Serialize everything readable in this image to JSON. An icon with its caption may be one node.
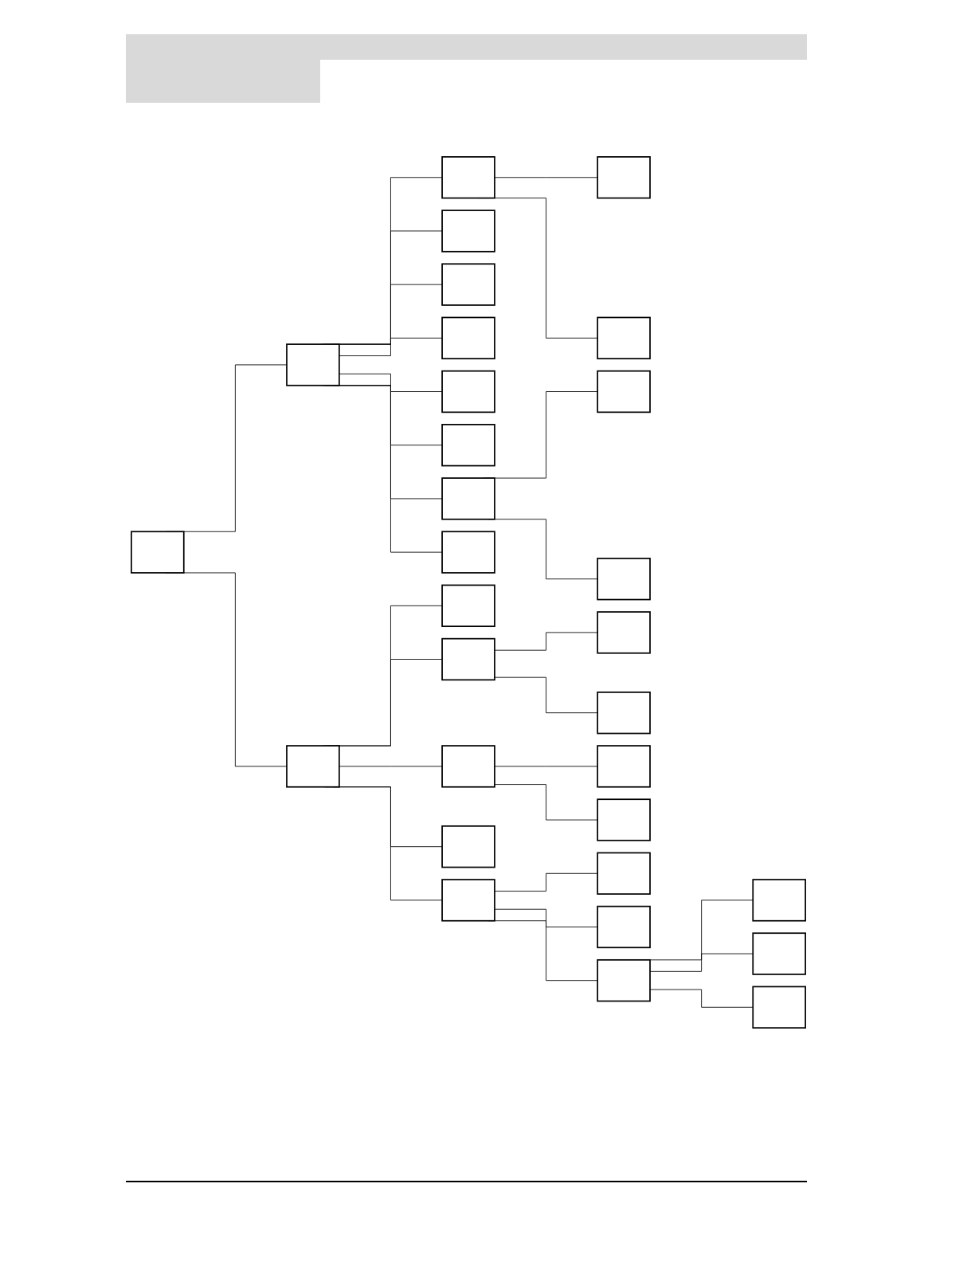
{
  "diagram": {
    "nodes": [
      {
        "text": [],
        "shape": "box"
      },
      {
        "text": [],
        "shape": "box"
      },
      {
        "text": [],
        "shape": "box"
      },
      {
        "text": [],
        "shape": "box"
      },
      {
        "text": [],
        "shape": "box"
      },
      {
        "text": [],
        "shape": "box"
      },
      {
        "text": [],
        "shape": "box"
      },
      {
        "text": [],
        "shape": "box"
      },
      {
        "text": [],
        "shape": "box"
      },
      {
        "text": [],
        "shape": "box"
      },
      {
        "text": [],
        "shape": "box"
      },
      {
        "text": [],
        "shape": "box"
      },
      {
        "text": [],
        "shape": "box"
      },
      {
        "text": [],
        "shape": "box"
      },
      {
        "text": [],
        "shape": "box"
      },
      {
        "text": [],
        "shape": "box"
      },
      {
        "text": [],
        "shape": "box"
      },
      {
        "text": [],
        "shape": "box"
      },
      {
        "text": [],
        "shape": "box"
      },
      {
        "text": [],
        "shape": "box"
      },
      {
        "text": [],
        "shape": "box"
      },
      {
        "text": [],
        "shape": "box"
      },
      {
        "text": [],
        "shape": "box"
      },
      {
        "text": [],
        "shape": "box"
      },
      {
        "text": [],
        "shape": "box"
      },
      {
        "text": [],
        "shape": "box"
      },
      {
        "text": [],
        "shape": "box"
      },
      {
        "text": [],
        "shape": "box"
      },
      {
        "text": [],
        "shape": "box"
      },
      {
        "text": [],
        "shape": "box"
      }
    ],
    "edges": [
      {
        "from": 0,
        "to": 1,
        "arrow": "none"
      },
      {
        "from": 0,
        "to": 2,
        "arrow": "none"
      },
      {
        "from": 1,
        "to": 3,
        "arrow": "none"
      },
      {
        "from": 3,
        "to": 4,
        "arrow": "none"
      },
      {
        "from": 3,
        "to": 5,
        "arrow": "none"
      },
      {
        "from": 1,
        "to": 6,
        "arrow": "none"
      },
      {
        "from": 1,
        "to": 7,
        "arrow": "none"
      },
      {
        "from": 1,
        "to": 8,
        "arrow": "none"
      },
      {
        "from": 1,
        "to": 9,
        "arrow": "none"
      },
      {
        "from": 1,
        "to": 10,
        "arrow": "none"
      },
      {
        "from": 1,
        "to": 11,
        "arrow": "none"
      },
      {
        "from": 11,
        "to": 12,
        "arrow": "none"
      },
      {
        "from": 11,
        "to": 13,
        "arrow": "none"
      },
      {
        "from": 1,
        "to": 14,
        "arrow": "none"
      },
      {
        "from": 2,
        "to": 15,
        "arrow": "none"
      },
      {
        "from": 2,
        "to": 16,
        "arrow": "none"
      },
      {
        "from": 16,
        "to": 17,
        "arrow": "none"
      },
      {
        "from": 16,
        "to": 18,
        "arrow": "none"
      },
      {
        "from": 2,
        "to": 19,
        "arrow": "none"
      },
      {
        "from": 19,
        "to": 20,
        "arrow": "none"
      },
      {
        "from": 19,
        "to": 21,
        "arrow": "none"
      },
      {
        "from": 2,
        "to": 22,
        "arrow": "none"
      },
      {
        "from": 2,
        "to": 23,
        "arrow": "none"
      },
      {
        "from": 23,
        "to": 24,
        "arrow": "none"
      },
      {
        "from": 23,
        "to": 25,
        "arrow": "none"
      },
      {
        "from": 23,
        "to": 26,
        "arrow": "none"
      },
      {
        "from": 26,
        "to": 27,
        "arrow": "none"
      },
      {
        "from": 26,
        "to": 28,
        "arrow": "none"
      },
      {
        "from": 26,
        "to": 29,
        "arrow": "none"
      }
    ]
  }
}
